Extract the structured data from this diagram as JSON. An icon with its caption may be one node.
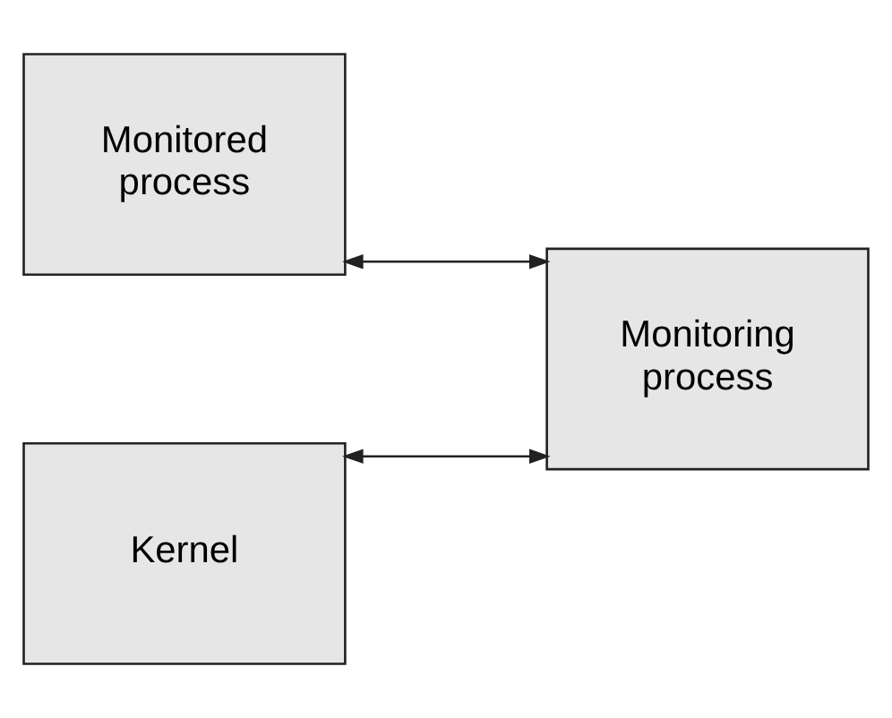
{
  "diagram": {
    "nodes": [
      {
        "text": [
          "Monitored process"
        ]
      },
      {
        "text": [
          "Monitoring process"
        ]
      },
      {
        "text": [
          "Kernel"
        ]
      }
    ],
    "edges": [
      {
        "from": 0,
        "to": 1,
        "arrow": "both"
      },
      {
        "from": 2,
        "to": 1,
        "arrow": "both"
      }
    ]
  }
}
